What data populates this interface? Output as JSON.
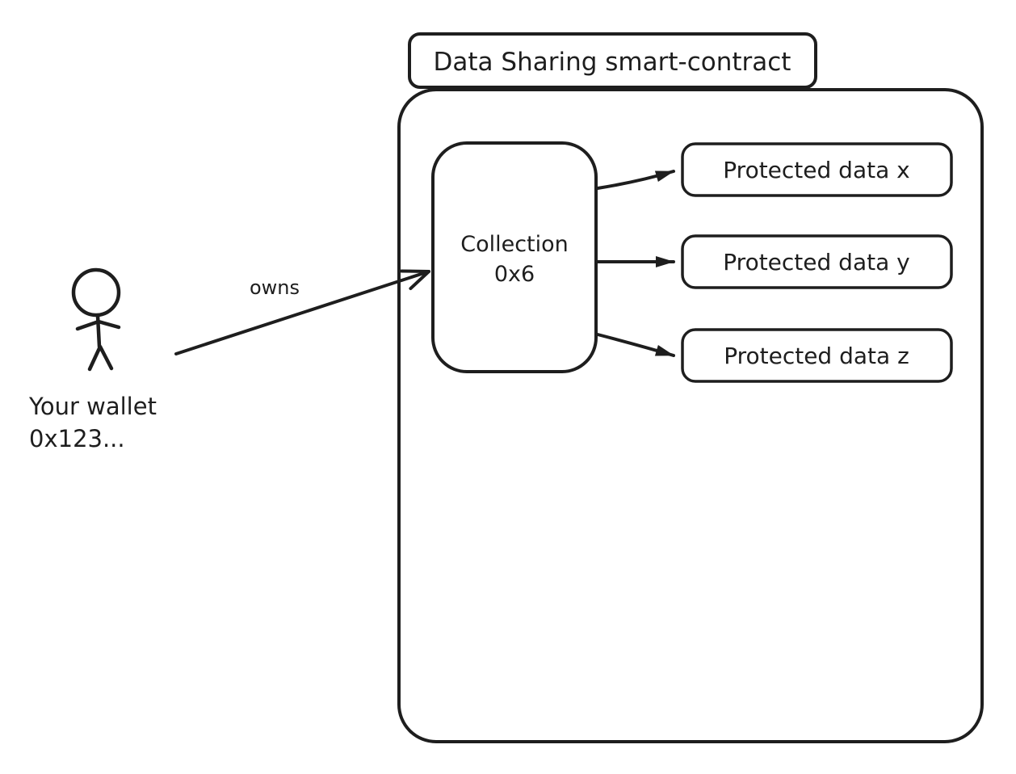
{
  "diagram": {
    "title": "Data Sharing smart-contract",
    "collection": {
      "line1": "Collection",
      "line2": "0x6"
    },
    "protected_data": [
      {
        "label": "Protected data x"
      },
      {
        "label": "Protected data y"
      },
      {
        "label": "Protected data z"
      }
    ],
    "actor": {
      "name_line1": "Your wallet",
      "name_line2": "0x123..."
    },
    "relation_label": "owns",
    "colors": {
      "stroke": "#1e1e1e",
      "background": "#ffffff"
    }
  }
}
